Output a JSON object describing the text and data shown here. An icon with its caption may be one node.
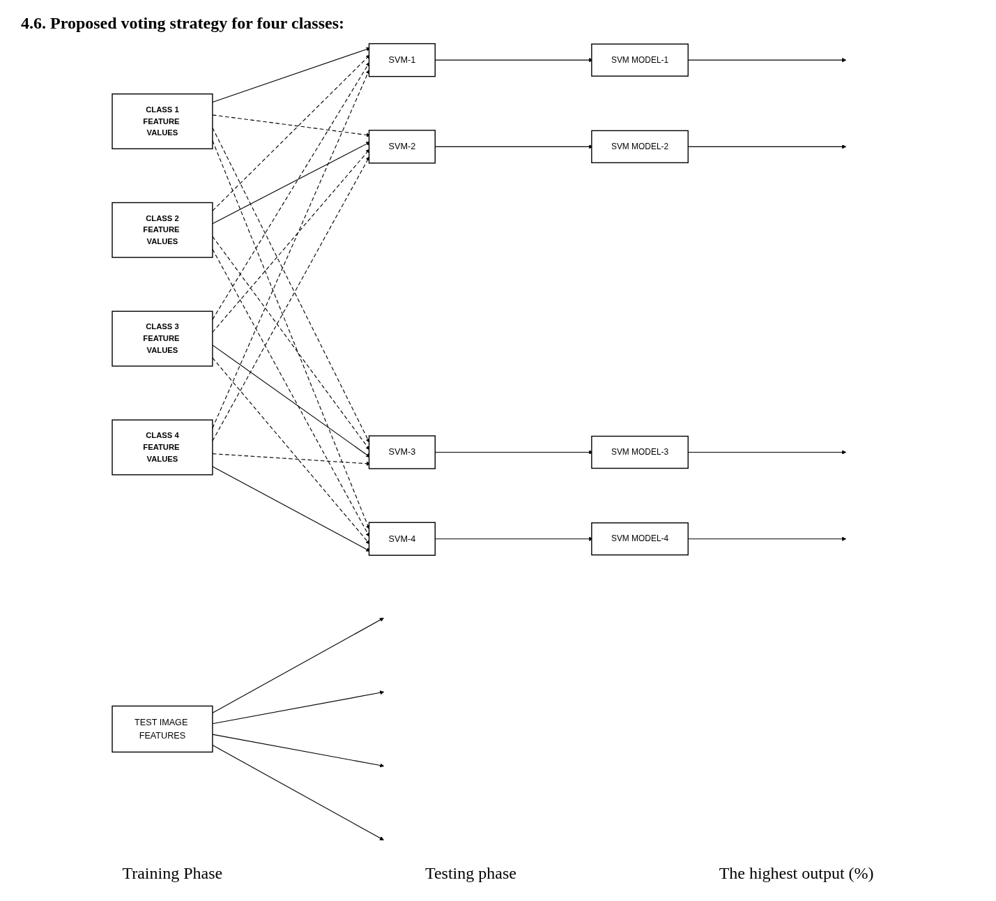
{
  "diagram": {
    "title": "4.6. Proposed voting strategy for four classes:",
    "nodes": [
      {
        "text": [
          "CLASS 1",
          "FEATURE VALUES"
        ]
      },
      {
        "text": [
          "CLASS 2",
          "FEATURE VALUES"
        ]
      },
      {
        "text": [
          "CLASS 3",
          "FEATURE VALUES"
        ]
      },
      {
        "text": [
          "CLASS 4",
          "FEATURE VALUES"
        ]
      },
      {
        "text": [
          "SVM-1"
        ]
      },
      {
        "text": [
          "SVM-2"
        ]
      },
      {
        "text": [
          "SVM-3"
        ]
      },
      {
        "text": [
          "SVM-4"
        ]
      },
      {
        "text": [
          "SVM MODEL-1"
        ]
      },
      {
        "text": [
          "SVM MODEL-2"
        ]
      },
      {
        "text": [
          "SVM MODEL-3"
        ]
      },
      {
        "text": [
          "SVM MODEL-4"
        ]
      },
      {
        "text": [
          "TEST IMAGE FEATURES"
        ]
      }
    ],
    "edges": [
      {
        "from": 0,
        "to": 4,
        "arrow": "to"
      },
      {
        "from": 0,
        "to": 5,
        "arrow": "to",
        "style": "dashed"
      },
      {
        "from": 0,
        "to": 6,
        "arrow": "to",
        "style": "dashed"
      },
      {
        "from": 0,
        "to": 7,
        "arrow": "to",
        "style": "dashed"
      },
      {
        "from": 1,
        "to": 4,
        "arrow": "to",
        "style": "dashed"
      },
      {
        "from": 1,
        "to": 5,
        "arrow": "to"
      },
      {
        "from": 1,
        "to": 6,
        "arrow": "to",
        "style": "dashed"
      },
      {
        "from": 1,
        "to": 7,
        "arrow": "to",
        "style": "dashed"
      },
      {
        "from": 2,
        "to": 4,
        "arrow": "to",
        "style": "dashed"
      },
      {
        "from": 2,
        "to": 5,
        "arrow": "to",
        "style": "dashed"
      },
      {
        "from": 2,
        "to": 6,
        "arrow": "to"
      },
      {
        "from": 2,
        "to": 7,
        "arrow": "to",
        "style": "dashed"
      },
      {
        "from": 3,
        "to": 4,
        "arrow": "to",
        "style": "dashed"
      },
      {
        "from": 3,
        "to": 5,
        "arrow": "to",
        "style": "dashed"
      },
      {
        "from": 3,
        "to": 6,
        "arrow": "to",
        "style": "dashed"
      },
      {
        "from": 3,
        "to": 7,
        "arrow": "to"
      },
      {
        "from": 4,
        "to": 8,
        "arrow": "to"
      },
      {
        "from": 5,
        "to": 9,
        "arrow": "to"
      },
      {
        "from": 6,
        "to": 10,
        "arrow": "to"
      },
      {
        "from": 7,
        "to": 11,
        "arrow": "to"
      },
      {
        "from": 8,
        "to": null,
        "arrow": "to"
      },
      {
        "from": 9,
        "to": null,
        "arrow": "to"
      },
      {
        "from": 10,
        "to": null,
        "arrow": "to"
      },
      {
        "from": 11,
        "to": null,
        "arrow": "to"
      },
      {
        "from": 12,
        "to": null,
        "arrow": "to"
      },
      {
        "from": 12,
        "to": null,
        "arrow": "to"
      },
      {
        "from": 12,
        "to": null,
        "arrow": "to"
      },
      {
        "from": 12,
        "to": null,
        "arrow": "to"
      }
    ],
    "labels": [
      "Training Phase",
      "Testing phase",
      "The highest output (%)"
    ]
  }
}
